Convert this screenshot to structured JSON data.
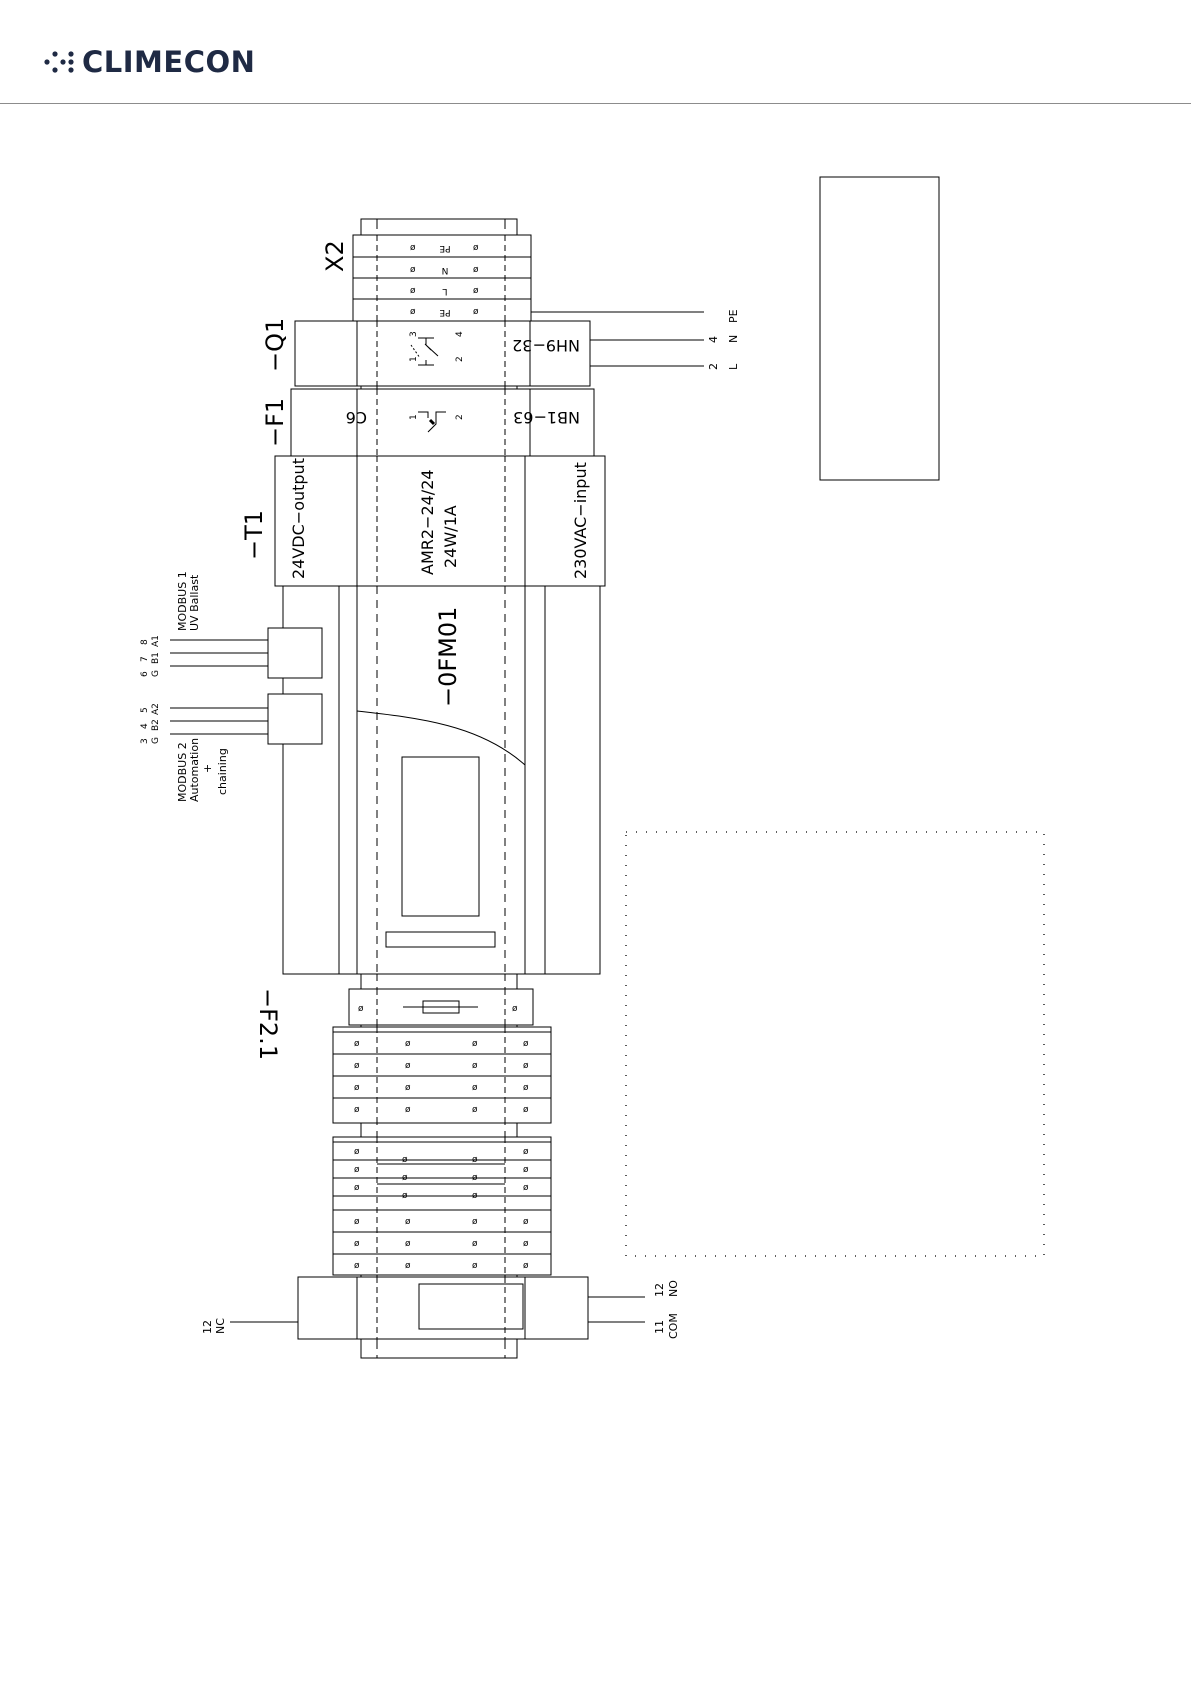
{
  "brand": {
    "name": "CLIMECON",
    "color": "#1f2a44",
    "icon": "dot-grid-icon"
  },
  "labels": {
    "x2": "X2",
    "q1": "−Q1",
    "f1": "−F1",
    "t1": "−T1",
    "f21": "−F2.1",
    "ofm01": "−0FM01",
    "q1_model": "NH9−32",
    "f1_model": "NB1−63",
    "f1_rating": "C6",
    "t1_out": "24VDC−output",
    "t1_model": "AMR2−24/24",
    "t1_rating": "24W/1A",
    "t1_in": "230VAC−input",
    "x2_terminals": [
      "PE",
      "N",
      "L",
      "PE"
    ]
  },
  "supply": {
    "pe": "PE",
    "n": "N",
    "l": "L",
    "n_no": "4",
    "l_no": "2"
  },
  "modbus1": {
    "title": "MODBUS 1",
    "sub": "UV Ballast",
    "pins": [
      "6",
      "7",
      "8"
    ],
    "signals": [
      "G",
      "B1",
      "A1"
    ]
  },
  "modbus2": {
    "title": "MODBUS 2",
    "sub": "Automation",
    "plus": "+",
    "sub2": "chaining",
    "pins": [
      "3",
      "4",
      "5"
    ],
    "signals": [
      "G",
      "B2",
      "A2"
    ]
  },
  "relay": {
    "nc_no": "12",
    "nc": "NC",
    "no_no": "12",
    "no": "NO",
    "com_no": "11",
    "com": "COM"
  },
  "switch_pins": {
    "p1": "1",
    "p2": "2",
    "p3": "3",
    "p4": "4"
  }
}
